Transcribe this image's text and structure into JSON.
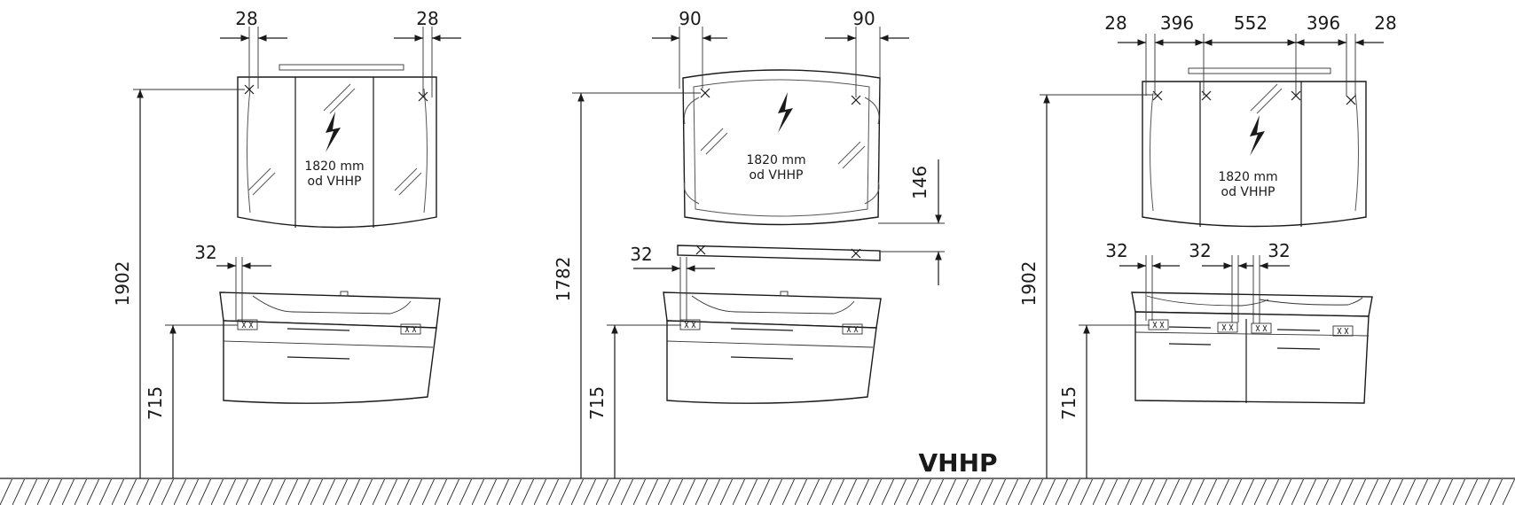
{
  "ground_label": "VHHP",
  "units": [
    {
      "id": "left",
      "top_dims": [
        "28",
        "28"
      ],
      "socket_note": [
        "1820 mm",
        "od VHHP"
      ],
      "height_mirror": "1902",
      "tap_offset": "32",
      "height_vanity": "715"
    },
    {
      "id": "middle",
      "top_dims": [
        "90",
        "90"
      ],
      "socket_note": [
        "1820 mm",
        "od VHHP"
      ],
      "height_mirror": "1782",
      "light_gap": "146",
      "tap_offset": "32",
      "height_vanity": "715"
    },
    {
      "id": "right",
      "top_dims": [
        "28",
        "396",
        "552",
        "396",
        "28"
      ],
      "socket_note": [
        "1820 mm",
        "od VHHP"
      ],
      "height_mirror": "1902",
      "tap_offsets": [
        "32",
        "32",
        "32"
      ],
      "height_vanity": "715"
    }
  ],
  "icons": [
    "lightning-bolt-icon",
    "mounting-point-icon",
    "electric-socket-icon",
    "ground-hatch"
  ]
}
